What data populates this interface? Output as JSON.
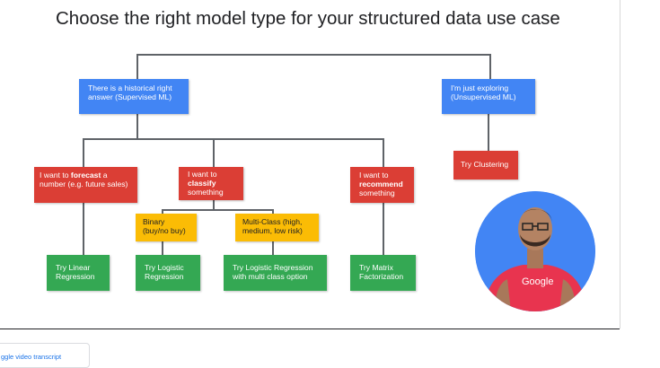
{
  "title": "Choose the right model type for your structured data use case",
  "nodes": {
    "supervised": {
      "text": "There is a historical right answer (Supervised ML)"
    },
    "unsupervised": {
      "text": "I'm just exploring (Unsupervised ML)"
    },
    "forecast": {
      "pre": "I want to ",
      "emph": "forecast",
      "post": " a number (e.g. future sales)"
    },
    "classify": {
      "pre": "I want to",
      "emph": "classify",
      "post": "something"
    },
    "recommend": {
      "pre": "I want to",
      "emph": "recommend",
      "post": "something"
    },
    "clustering": {
      "text": "Try Clustering"
    },
    "binary": {
      "text": "Binary (buy/no buy)"
    },
    "multiclass": {
      "text": "Multi-Class (high, medium, low risk)"
    },
    "linear": {
      "text": "Try Linear Regression"
    },
    "logistic": {
      "text": "Try Logistic Regression"
    },
    "logistic_multi": {
      "text": "Try Logistic Regression with multi class option"
    },
    "matrix": {
      "text": "Try Matrix Factorization"
    }
  },
  "presenter": {
    "shirt_logo": "Google"
  },
  "transcript_button": {
    "label": "ggle video transcript"
  },
  "colors": {
    "blue": "#4285f4",
    "red": "#db3e35",
    "yellow": "#fbbc05",
    "green": "#34a853"
  }
}
